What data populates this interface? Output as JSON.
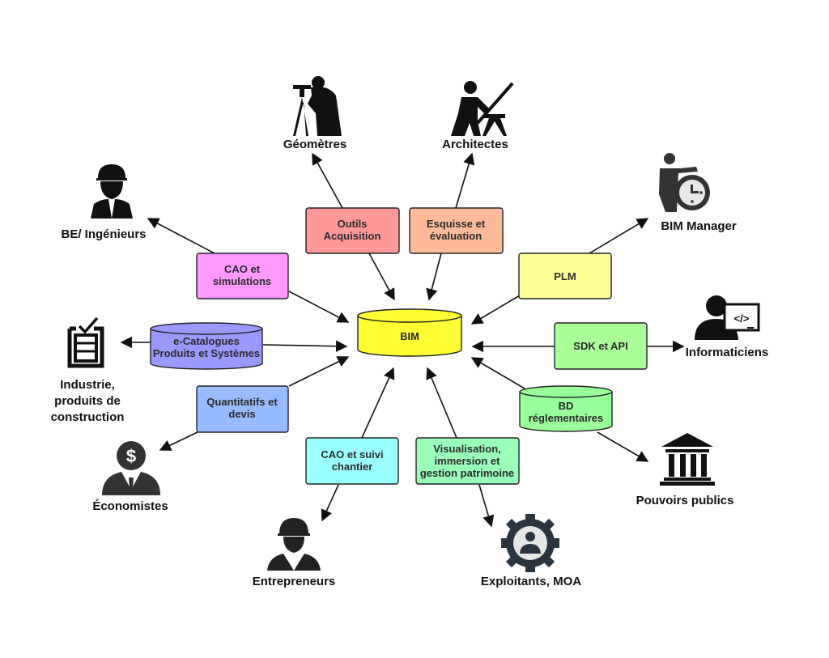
{
  "hub": {
    "label": "BIM",
    "color": "#ffff33"
  },
  "tools": {
    "outils": {
      "lines": [
        "Outils",
        "Acquisition"
      ],
      "color": "#ff9999"
    },
    "esquisse": {
      "lines": [
        "Esquisse et",
        "évaluation"
      ],
      "color": "#ffbb99"
    },
    "cao_sim": {
      "lines": [
        "CAO et",
        "simulations"
      ],
      "color": "#ff99ff"
    },
    "plm": {
      "lines": [
        "PLM"
      ],
      "color": "#ffff99"
    },
    "ecatalogues": {
      "lines": [
        "e-Catalogues",
        "Produits et Systèmes"
      ],
      "color": "#9999ff"
    },
    "sdk": {
      "lines": [
        "SDK et API"
      ],
      "color": "#aaff99"
    },
    "quantitatifs": {
      "lines": [
        "Quantitatifs et",
        "devis"
      ],
      "color": "#99bbff"
    },
    "bd": {
      "lines": [
        "BD",
        "réglementaires"
      ],
      "color": "#99ff99"
    },
    "cao_chantier": {
      "lines": [
        "CAO et suivi",
        "chantier"
      ],
      "color": "#99ffff"
    },
    "visualisation": {
      "lines": [
        "Visualisation,",
        "immersion et",
        "gestion patrimoine"
      ],
      "color": "#99ffbb"
    }
  },
  "actors": {
    "geometres": {
      "lines": [
        "Géomètres"
      ],
      "icon": "surveyor-icon"
    },
    "architectes": {
      "lines": [
        "Architectes"
      ],
      "icon": "architect-icon"
    },
    "ingenieurs": {
      "lines": [
        "BE/ Ingénieurs"
      ],
      "icon": "engineer-icon"
    },
    "bim_manager": {
      "lines": [
        "BIM Manager"
      ],
      "icon": "manager-clock-icon"
    },
    "industrie": {
      "lines": [
        "Industrie,",
        "produits de",
        "construction"
      ],
      "icon": "checklist-icon"
    },
    "informaticiens": {
      "lines": [
        "Informaticiens"
      ],
      "icon": "developer-icon"
    },
    "economistes": {
      "lines": [
        "Économistes"
      ],
      "icon": "economist-icon"
    },
    "pouvoirs": {
      "lines": [
        "Pouvoirs publics"
      ],
      "icon": "government-icon"
    },
    "entrepreneurs": {
      "lines": [
        "Entrepreneurs"
      ],
      "icon": "contractor-icon"
    },
    "exploitants": {
      "lines": [
        "Exploitants, MOA"
      ],
      "icon": "operator-gear-icon"
    }
  }
}
